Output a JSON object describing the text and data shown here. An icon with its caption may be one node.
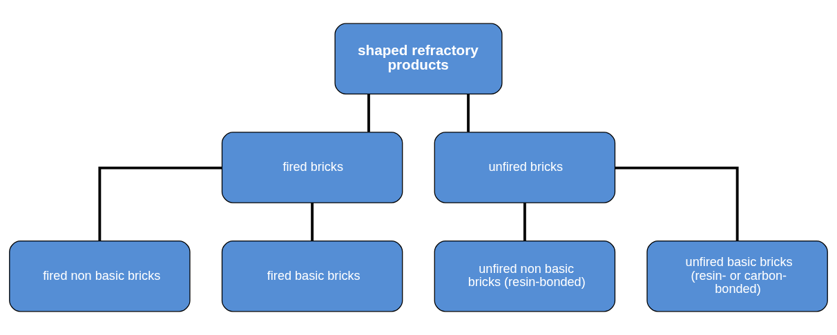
{
  "diagram": {
    "nodes": [
      {
        "text": [
          "shaped refractory products"
        ]
      },
      {
        "text": [
          "fired bricks"
        ]
      },
      {
        "text": [
          "unfired bricks"
        ]
      },
      {
        "text": [
          "fired non basic bricks"
        ]
      },
      {
        "text": [
          "fired basic bricks"
        ]
      },
      {
        "text": [
          "unfired non basic bricks (resin-bonded)"
        ]
      },
      {
        "text": [
          "unfired basic bricks (resin- or carbon-bonded)"
        ]
      }
    ],
    "edges": [
      {
        "from": 0,
        "to": 1,
        "arrow": "none"
      },
      {
        "from": 0,
        "to": 2,
        "arrow": "none"
      },
      {
        "from": 1,
        "to": 3,
        "arrow": "none"
      },
      {
        "from": 1,
        "to": 4,
        "arrow": "none"
      },
      {
        "from": 2,
        "to": 5,
        "arrow": "none"
      },
      {
        "from": 2,
        "to": 6,
        "arrow": "none"
      }
    ]
  }
}
